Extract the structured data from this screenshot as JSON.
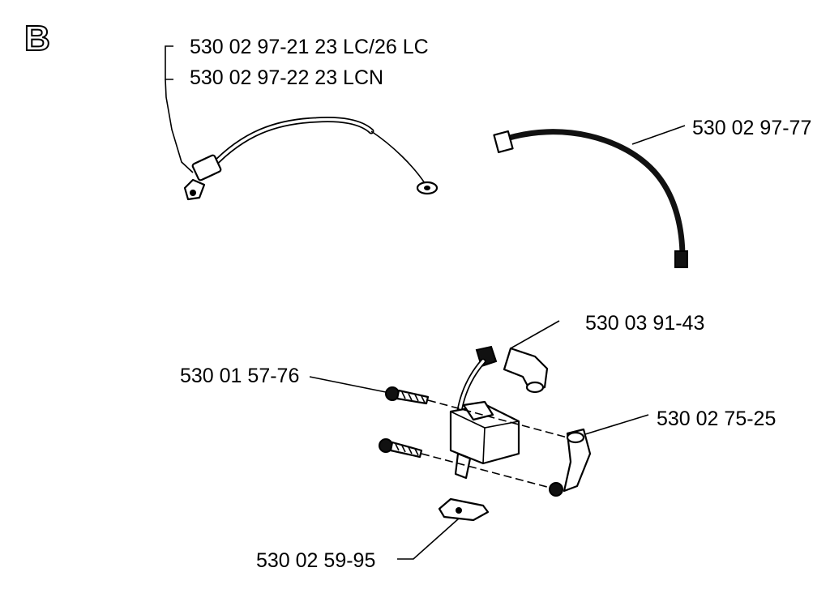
{
  "section_letter": "B",
  "labels": {
    "cable_a": "530 02 97-21 23 LC/26 LC",
    "cable_b": "530 02 97-22 23 LCN",
    "hose": "530 02 97-77",
    "spark_cap": "530 03 91-43",
    "screw": "530 01 57-76",
    "clip": "530 02 75-25",
    "plate": "530 02 59-95"
  }
}
